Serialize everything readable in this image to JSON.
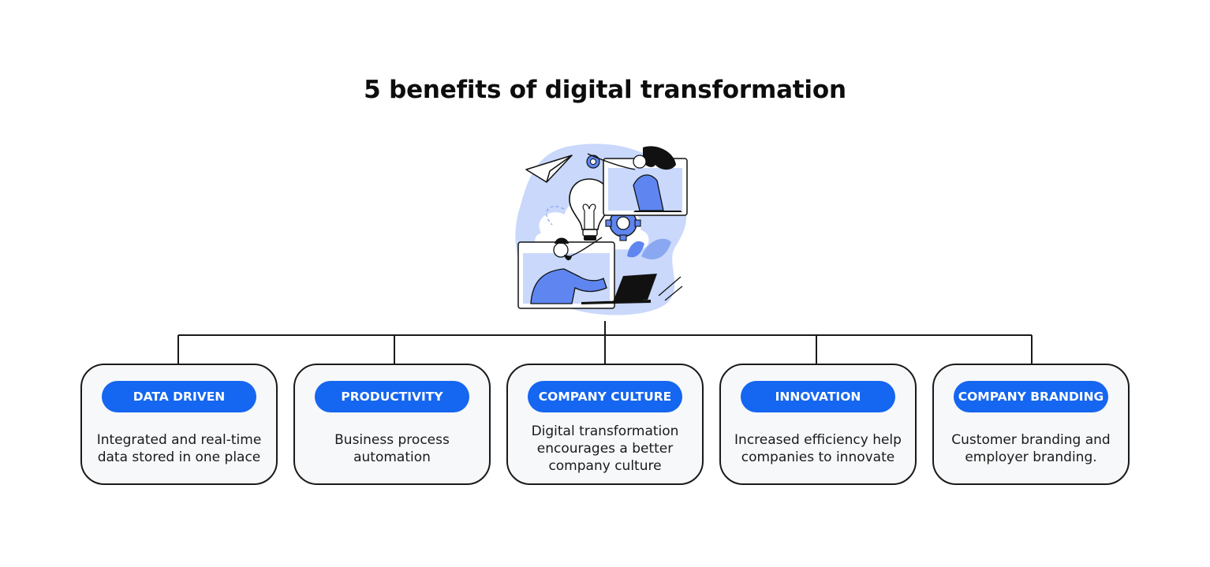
{
  "title": "5 benefits of digital transformation",
  "colors": {
    "accent": "#1566f0",
    "illustration_light": "#c9d8fb",
    "illustration_mid": "#5f86f0",
    "card_background": "#f7f8fa",
    "outline": "#1a1a1a"
  },
  "illustration": {
    "icon": "digital-transformation-illustration"
  },
  "benefits": [
    {
      "label": "DATA DRIVEN",
      "description": "Integrated and real-time data stored in one place"
    },
    {
      "label": "PRODUCTIVITY",
      "description": "Business process automation"
    },
    {
      "label": "COMPANY CULTURE",
      "description": "Digital transformation encourages a better company culture"
    },
    {
      "label": "INNOVATION",
      "description": "Increased efficiency help companies to innovate"
    },
    {
      "label": "COMPANY BRANDING",
      "description": "Customer branding and employer branding."
    }
  ]
}
